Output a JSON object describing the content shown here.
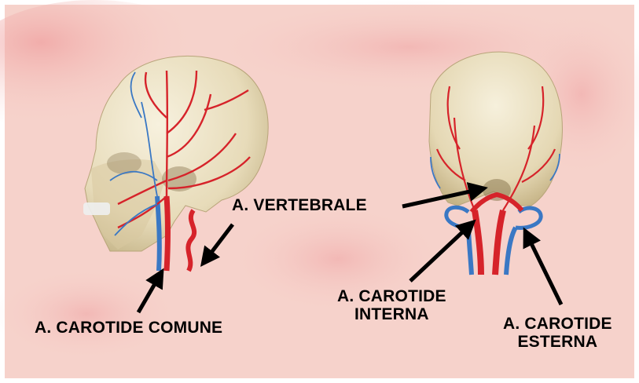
{
  "labels": {
    "vertebrale": "A. VERTEBRALE",
    "carotide_comune": "A. CAROTIDE COMUNE",
    "carotide_interna_line1": "A. CAROTIDE",
    "carotide_interna_line2": "INTERNA",
    "carotide_esterna_line1": "A. CAROTIDE",
    "carotide_esterna_line2": "ESTERNA"
  },
  "colors": {
    "background": "#f6d2cb",
    "skull": "#e9dfc2",
    "artery": "#d6232a",
    "vein": "#3a78c4",
    "arrow": "#000000"
  }
}
